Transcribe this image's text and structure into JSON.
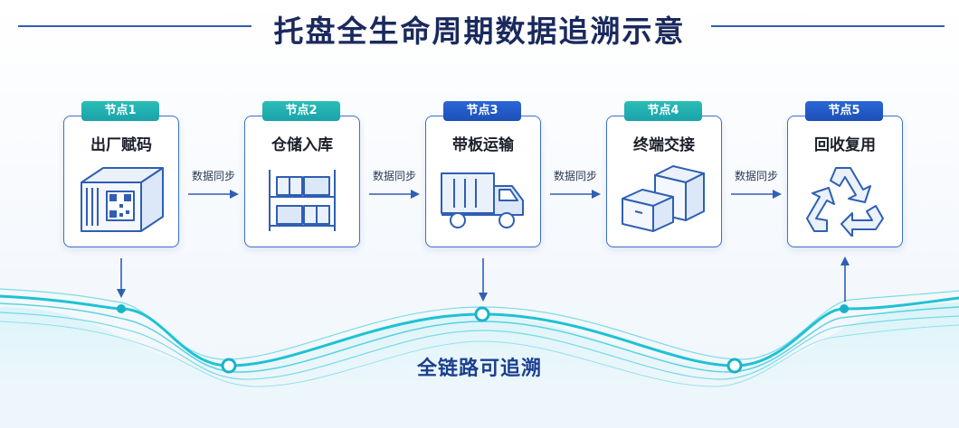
{
  "title": "托盘全生命周期数据追溯示意",
  "nodes": [
    {
      "badge": "节点1",
      "label": "出厂赋码",
      "icon": "pallet-qr-icon",
      "badge_color": "#1aa2a9"
    },
    {
      "badge": "节点2",
      "label": "仓储入库",
      "icon": "storage-rack-icon",
      "badge_color": "#1aa2a9"
    },
    {
      "badge": "节点3",
      "label": "带板运输",
      "icon": "truck-icon",
      "badge_color": "#1d4fb8"
    },
    {
      "badge": "节点4",
      "label": "终端交接",
      "icon": "boxes-icon",
      "badge_color": "#1aa2a9"
    },
    {
      "badge": "节点5",
      "label": "回收复用",
      "icon": "recycle-icon",
      "badge_color": "#1d4fb8"
    }
  ],
  "connectors": [
    "数据同步",
    "数据同步",
    "数据同步",
    "数据同步"
  ],
  "footer": "全链路可追溯",
  "colors": {
    "primary": "#1d4fb8",
    "teal": "#1aa2a9",
    "wave": "#20c4d6",
    "title": "#1a2a5e"
  }
}
